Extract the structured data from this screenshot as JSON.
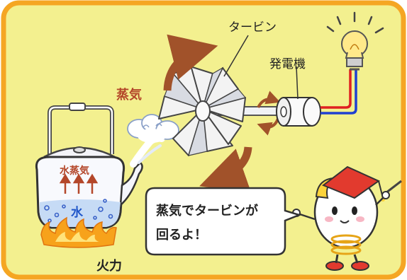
{
  "labels": {
    "turbine": "タービン",
    "generator": "発電機",
    "steam": "蒸気",
    "water_vapor": "水蒸気",
    "water": "水",
    "fire": "火力"
  },
  "speech": {
    "line1": "蒸気でタービンが",
    "line2": "回るよ！"
  },
  "colors": {
    "frame": "#f5a623",
    "background": "#f3f08f",
    "arrow_brown": "#a1522a",
    "steam_label": "#b4472a",
    "water_text": "#1f56c9",
    "fire": "#f7a21b",
    "wire_red": "#e02020",
    "wire_blue": "#2040d0"
  },
  "icons": [
    "kettle-icon",
    "turbine-icon",
    "generator-icon",
    "light-bulb-icon",
    "mascot-icon",
    "flame-icon"
  ]
}
